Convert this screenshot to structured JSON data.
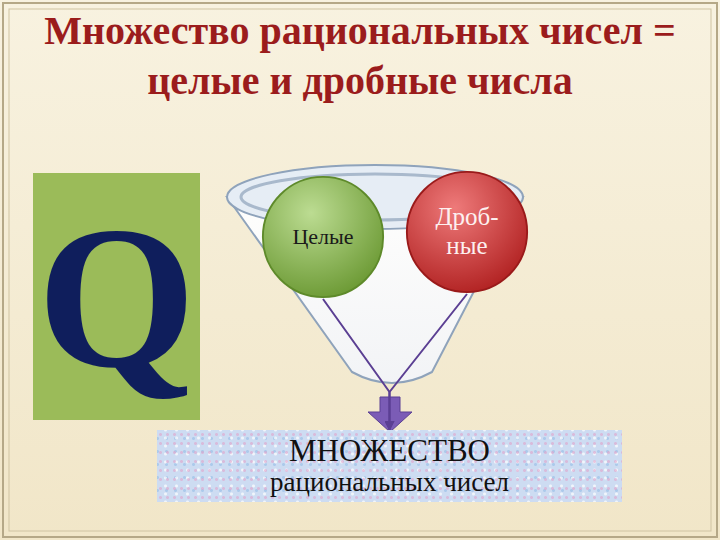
{
  "diagram": {
    "title": "Множество рациональных чисел = целые и дробные числа",
    "nodes": [
      {
        "text": [
          "Q"
        ]
      },
      {
        "text": [
          "Целые"
        ]
      },
      {
        "text": [
          "Дроб- ные"
        ]
      },
      {
        "text": [
          "МНОЖЕСТВО",
          "рациональных чисел"
        ]
      }
    ],
    "edges": [
      {
        "from": 1,
        "to": 3,
        "arrow": "to"
      },
      {
        "from": 2,
        "to": 3,
        "arrow": "to"
      }
    ]
  }
}
